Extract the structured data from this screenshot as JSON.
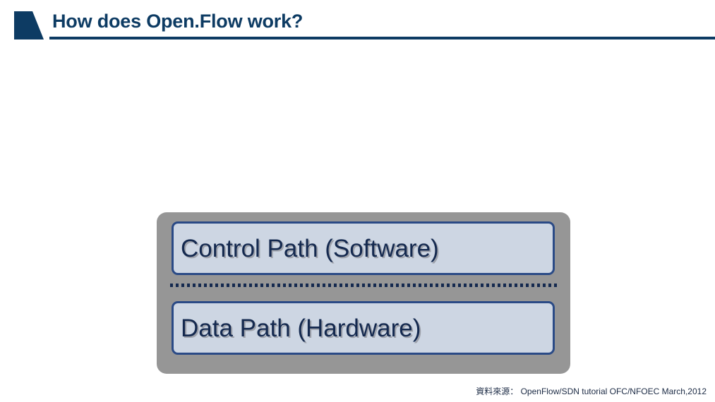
{
  "header": {
    "title": "How does Open.Flow work?",
    "logo_icon": "trapezoid-logo-icon"
  },
  "diagram": {
    "type": "block-diagram",
    "container_color": "#969696",
    "box_fill_color": "#cdd6e3",
    "box_border_color": "#2a4a86",
    "text_color": "#14294f",
    "boxes": [
      {
        "label": "Control Path (Software)"
      },
      {
        "label": "Data Path (Hardware)"
      }
    ],
    "separator": {
      "style": "dotted",
      "color": "#14294f"
    }
  },
  "footer": {
    "source": "資料來源： OpenFlow/SDN tutorial OFC/NFOEC March,2012"
  }
}
